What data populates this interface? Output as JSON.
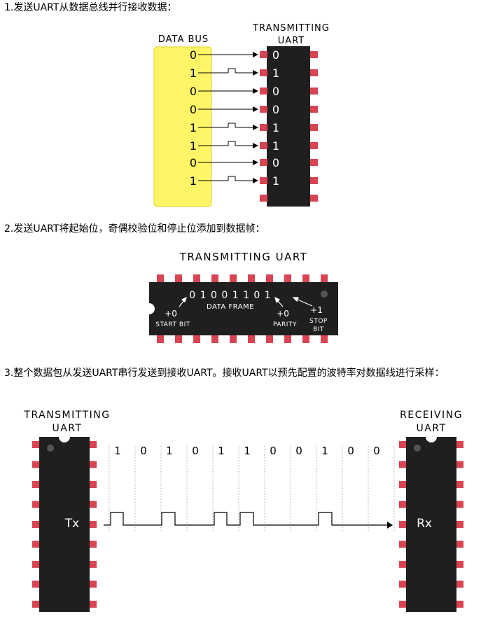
{
  "steps": [
    {
      "caption": "1.发送UART从数据总线并行接收数据：",
      "data_bus_label": "DATA BUS",
      "chip_label_line1": "TRANSMITTING",
      "chip_label_line2": "UART",
      "bits": [
        "0",
        "1",
        "0",
        "0",
        "1",
        "1",
        "0",
        "1"
      ]
    },
    {
      "caption": "2.发送UART将起始位，奇偶校验位和停止位添加到数据帧：",
      "chip_label": "TRANSMITTING UART",
      "frame_bits": "0 1 0 0 1 1 0 1",
      "frame_label": "DATA FRAME",
      "start_value": "+0",
      "start_label": "START BIT",
      "parity_value": "+0",
      "parity_label": "PARITY",
      "stop_value": "+1",
      "stop_label_line1": "STOP",
      "stop_label_line2": "BIT"
    },
    {
      "caption": "3.整个数据包从发送UART串行发送到接收UART。接收UART以预先配置的波特率对数据线进行采样：",
      "tx_label_line1": "TRANSMITTING",
      "tx_label_line2": "UART",
      "rx_label_line1": "RECEIVING",
      "rx_label_line2": "UART",
      "tx_pin": "Tx",
      "rx_pin": "Rx",
      "bits": [
        "1",
        "0",
        "1",
        "0",
        "1",
        "1",
        "0",
        "0",
        "1",
        "0",
        "0"
      ]
    }
  ],
  "colors": {
    "chip": "#1f1f1f",
    "pin": "#d94452",
    "bus": "#fff566",
    "bus_border": "#e0cf30"
  }
}
